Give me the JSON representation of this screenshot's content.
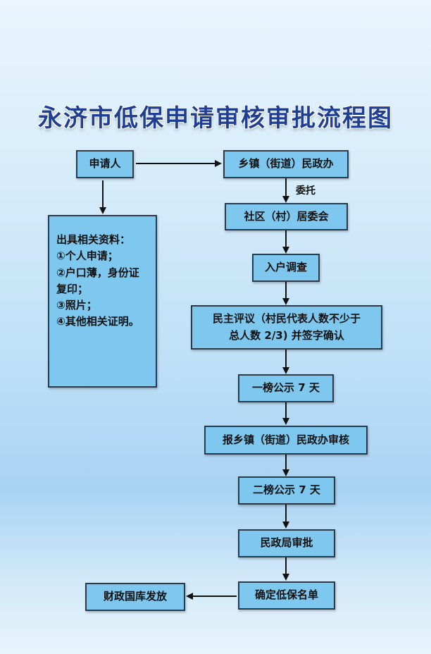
{
  "title": "永济市低保申请审核审批流程图",
  "nodes": {
    "applicant": "申请人",
    "township_office": "乡镇（街道）民政办",
    "community": "社区（村）居委会",
    "home_visit": "入户调查",
    "democratic_review_line1": "民主评议（村民代表人数不少于",
    "democratic_review_line2": "总人数 2/3) 并签字确认",
    "first_notice": "一榜公示 7 天",
    "township_review": "报乡镇（街道）民政办审核",
    "second_notice": "二榜公示 7 天",
    "civil_affairs_approval": "民政局审批",
    "confirm_list": "确定低保名单",
    "treasury_payment": "财政国库发放"
  },
  "entrust_label": "委托",
  "documents": {
    "heading": "出具相关资料：",
    "items": [
      "①个人申请；",
      "②户口薄，身份证复印；",
      "③照片；",
      "④其他相关证明。"
    ]
  },
  "colors": {
    "title": "#1f3f95",
    "box_fill": "#7ec8ef",
    "box_border": "#2b3a4a",
    "arrow": "#111111"
  }
}
